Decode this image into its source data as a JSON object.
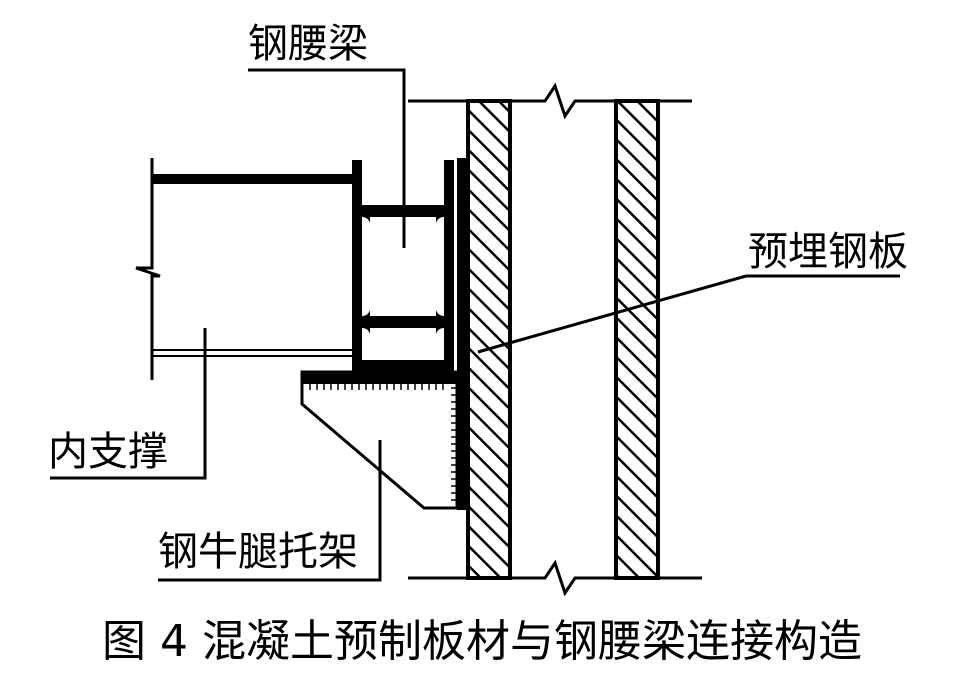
{
  "labels": {
    "steel_waist_beam": "钢腰梁",
    "embedded_plate": "预埋钢板",
    "inner_support": "内支撑",
    "bracket": "钢牛腿托架"
  },
  "caption": "图 4  混凝土预制板材与钢腰梁连接构造",
  "colors": {
    "ink": "#000000",
    "background": "#ffffff"
  }
}
